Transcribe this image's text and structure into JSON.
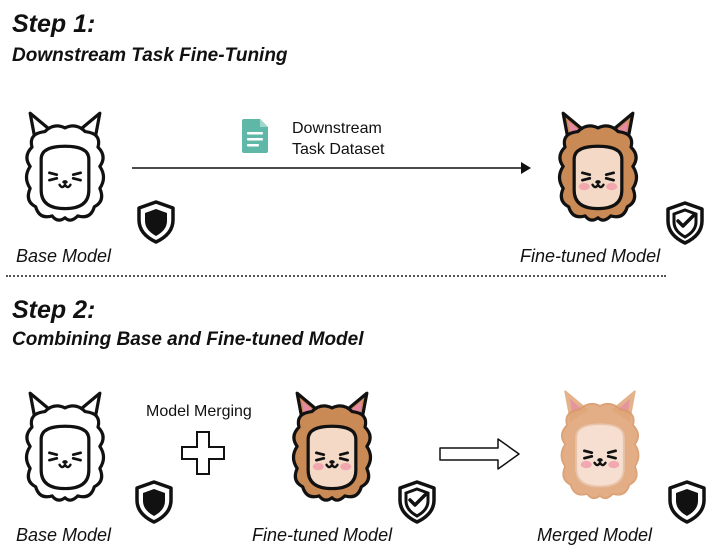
{
  "step1": {
    "title": "Step 1:",
    "subtitle": "Downstream Task Fine-Tuning",
    "base_caption": "Base Model",
    "finetuned_caption": "Fine-tuned Model",
    "dataset_line1": "Downstream",
    "dataset_line2": "Task Dataset"
  },
  "step2": {
    "title": "Step 2:",
    "subtitle": "Combining Base and Fine-tuned Model",
    "merge_label": "Model Merging",
    "base_caption": "Base Model",
    "finetuned_caption": "Fine-tuned Model",
    "merged_caption": "Merged Model"
  },
  "colors": {
    "finetuned_fur": "#c98a55",
    "finetuned_face": "#f3d9c6",
    "merged_fur": "#e0a679",
    "merged_face": "#f6dfd0",
    "base_fur": "#ffffff",
    "ear_inner": "#e58aa2",
    "cheek": "#f19aa7",
    "document": "#5fb8a7"
  },
  "icons": [
    "llama-icon",
    "shield-icon",
    "shield-check-icon",
    "document-icon",
    "plus-icon",
    "arrow-right-icon"
  ]
}
